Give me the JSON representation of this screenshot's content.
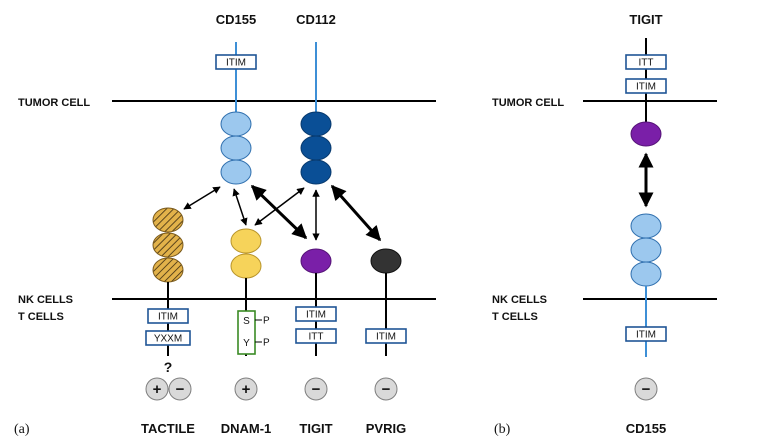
{
  "panel_a": {
    "panel_label": "(a)",
    "ligands": {
      "cd155": "CD155",
      "cd112": "CD112"
    },
    "membranes": {
      "tumor": "TUMOR CELL",
      "nk_line1": "NK CELLS",
      "nk_line2": "T CELLS"
    },
    "motifs": {
      "cd155_itim": "ITIM",
      "tactile_itim": "ITIM",
      "tactile_yxxm": "YXXM",
      "dnam_s": "S",
      "dnam_y": "Y",
      "dnam_p1": "P",
      "dnam_p2": "P",
      "tigit_itim": "ITIM",
      "tigit_itt": "ITT",
      "pvrig_itim": "ITIM"
    },
    "question": "?",
    "signals": {
      "tactile_plus": "+",
      "tactile_minus": "−",
      "dnam": "+",
      "tigit": "−",
      "pvrig": "−"
    },
    "receptors": {
      "tactile": "TACTILE",
      "dnam1": "DNAM-1",
      "tigit": "TIGIT",
      "pvrig": "PVRIG"
    }
  },
  "panel_b": {
    "panel_label": "(b)",
    "top_label": "TIGIT",
    "membranes": {
      "tumor": "TUMOR CELL",
      "nk_line1": "NK CELLS",
      "nk_line2": "T CELLS"
    },
    "motifs": {
      "itt": "ITT",
      "itim_top": "ITIM",
      "itim_bottom": "ITIM"
    },
    "signal": "−",
    "bottom_label": "CD155"
  },
  "colors": {
    "light_blue": "#9cc8ee",
    "dark_blue": "#0a4f96",
    "yellow": "#f6d35a",
    "hatched_yellow": "#e2b24a",
    "purple": "#7a1fa8",
    "dark_grey": "#333333",
    "box_blue": "#1f5596",
    "box_green": "#3a8a24",
    "stem_blue": "#3d8fd6"
  }
}
